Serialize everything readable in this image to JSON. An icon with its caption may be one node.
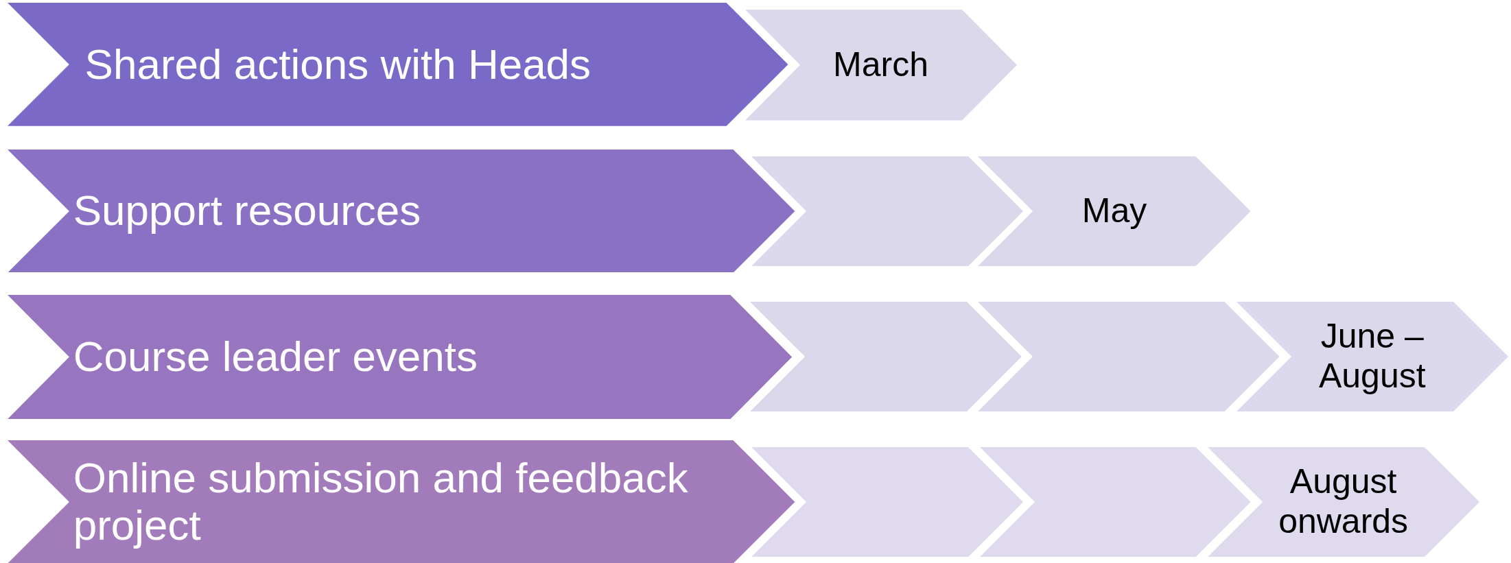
{
  "diagram": {
    "nodes": [
      {
        "text": [
          "Shared actions with Heads"
        ]
      },
      {
        "text": [
          "March"
        ]
      },
      {
        "text": [
          "Support resources"
        ]
      },
      {
        "text": [],
        "shape": "chevron"
      },
      {
        "text": [
          "May"
        ]
      },
      {
        "text": [
          "Course leader events"
        ]
      },
      {
        "text": [],
        "shape": "chevron"
      },
      {
        "text": [],
        "shape": "chevron"
      },
      {
        "text": [
          "June – August"
        ]
      },
      {
        "text": [
          "Online submission and feedback project"
        ]
      },
      {
        "text": [],
        "shape": "chevron"
      },
      {
        "text": [],
        "shape": "chevron"
      },
      {
        "text": [
          "August onwards"
        ]
      }
    ]
  }
}
